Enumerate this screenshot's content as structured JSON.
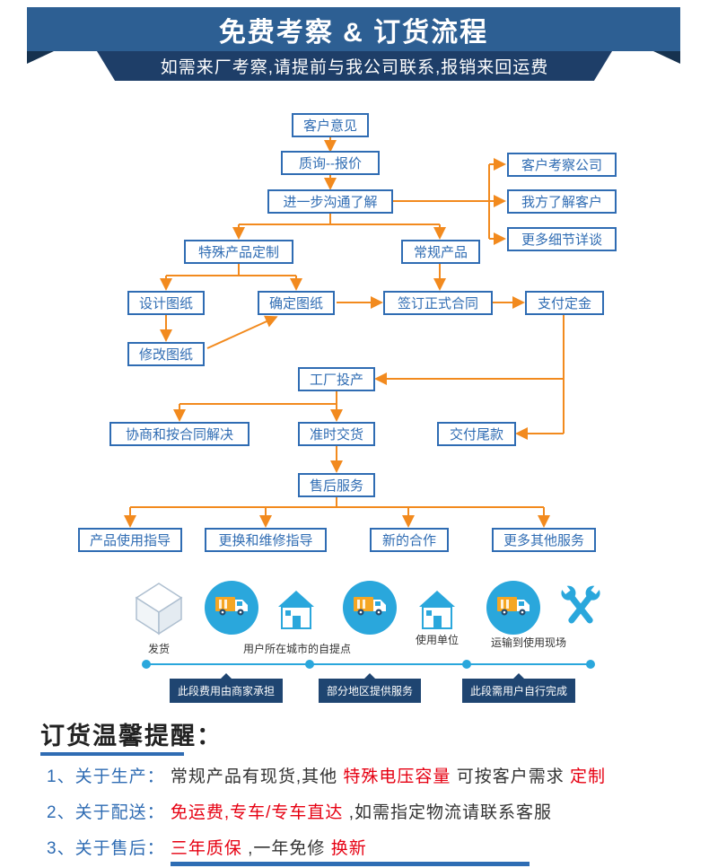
{
  "header": {
    "title": "免费考察 & 订货流程",
    "subtitle": "如需来厂考察,请提前与我公司联系,报销来回运费"
  },
  "flow": {
    "customer_feedback": "客户意见",
    "inquiry_quote": "质询--报价",
    "further_communication": "进一步沟通了解",
    "customer_visit": "客户考察公司",
    "know_customer": "我方了解客户",
    "more_details": "更多细节详谈",
    "custom_product": "特殊产品定制",
    "regular_product": "常规产品",
    "design_drawing": "设计图纸",
    "confirm_drawing": "确定图纸",
    "sign_contract": "签订正式合同",
    "pay_deposit": "支付定金",
    "modify_drawing": "修改图纸",
    "factory_production": "工厂投产",
    "negotiate_contract": "协商和按合同解决",
    "on_time_delivery": "准时交货",
    "pay_balance": "交付尾款",
    "after_sales": "售后服务",
    "usage_guidance": "产品使用指导",
    "repair_guidance": "更换和维修指导",
    "new_cooperation": "新的合作",
    "more_services": "更多其他服务"
  },
  "logistics": {
    "ship_label": "发货",
    "pickup_label": "用户所在城市的自提点",
    "user_unit_label": "使用单位",
    "transport_label": "运输到使用现场",
    "segment_merchant": "此段费用由商家承担",
    "segment_partial": "部分地区提供服务",
    "segment_user": "此段需用户自行完成"
  },
  "reminder": {
    "title": "订货温馨提醒：",
    "item1": {
      "label": "1、关于生产：",
      "t1": "常规产品有现货,其他",
      "r1": "特殊电压容量",
      "t2": "可按客户需求",
      "r2": "定制"
    },
    "item2": {
      "label": "2、关于配送：",
      "r1": "免运费,专车/专车直达",
      "t1": ",如需指定物流请联系客服"
    },
    "item3": {
      "label": "3、关于售后：",
      "r1": "三年质保",
      "t1": ",一年免修",
      "r2": "换新"
    }
  },
  "icons": {
    "carton": "shipping-box-icon",
    "truck": "delivery-truck-icon",
    "house": "building-icon",
    "tools": "service-tools-icon"
  },
  "colors": {
    "header_bg": "#2d5f93",
    "subheader_bg": "#1e3e68",
    "box_border_text": "#2f6cb3",
    "arrow_orange": "#f28a1e",
    "highlight_red": "#e60012",
    "logistics_blue": "#2aa7dc",
    "truck_cargo_orange": "#f5a623",
    "tag_bg": "#1f4571"
  }
}
